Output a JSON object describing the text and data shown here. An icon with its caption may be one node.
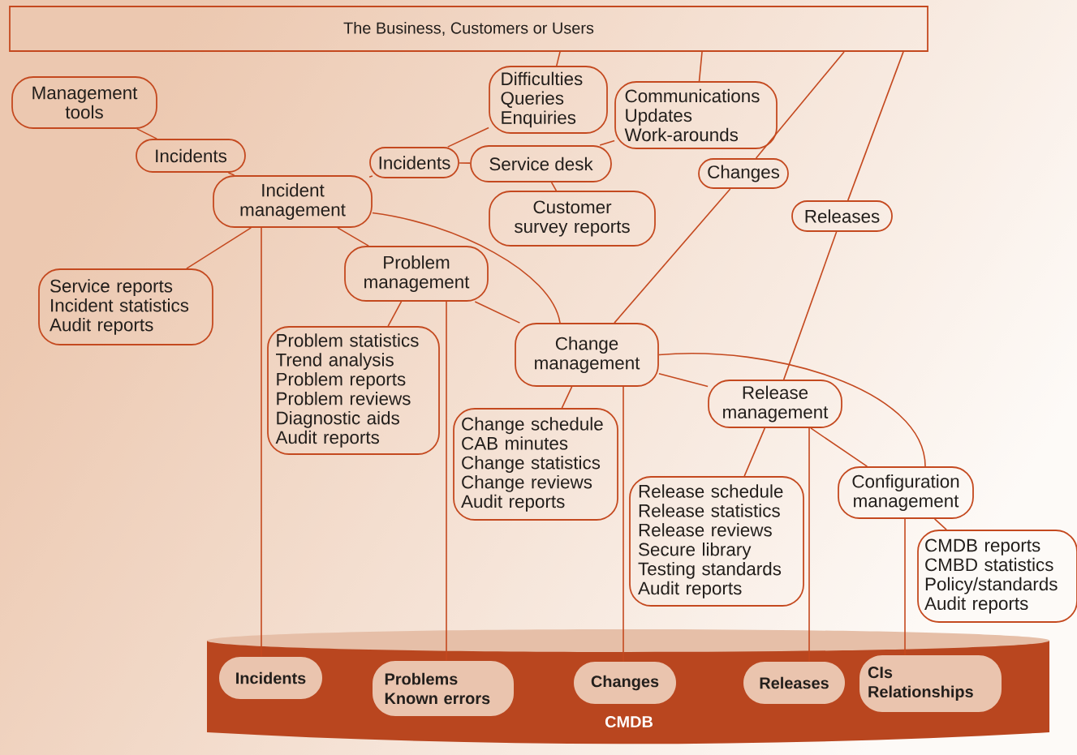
{
  "diagram": {
    "nodes": [
      {
        "text": [
          "The Business, Customers or Users"
        ]
      },
      {
        "text": [
          "Management tools"
        ]
      },
      {
        "text": [
          "Incidents"
        ]
      },
      {
        "text": [
          "Incident management"
        ]
      },
      {
        "text": [
          "Service reports Incident statistics Audit reports"
        ]
      },
      {
        "text": [
          "Difficulties Queries Enquiries"
        ]
      },
      {
        "text": [
          "Incidents"
        ]
      },
      {
        "text": [
          "Service desk"
        ]
      },
      {
        "text": [
          "Communications Updates Work-arounds"
        ]
      },
      {
        "text": [
          "Customer survey reports"
        ]
      },
      {
        "text": [
          "Changes"
        ]
      },
      {
        "text": [
          "Releases"
        ]
      },
      {
        "text": [
          "Problem management"
        ]
      },
      {
        "text": [
          "Problem statistics Trend analysis Problem reports Problem reviews Diagnostic aids Audit reports"
        ]
      },
      {
        "text": [
          "Change management"
        ]
      },
      {
        "text": [
          "Change schedule CAB minutes Change statistics Change reviews Audit reports"
        ]
      },
      {
        "text": [
          "Release management"
        ]
      },
      {
        "text": [
          "Release schedule Release statistics Release reviews Secure library Testing standards Audit reports"
        ]
      },
      {
        "text": [
          "Configuration management"
        ]
      },
      {
        "text": [
          "CMDB reports CMBD statistics Policy/standards Audit reports"
        ]
      },
      {
        "text": [
          "CMDB"
        ]
      },
      {
        "text": [
          "Incidents"
        ],
        "in": 20
      },
      {
        "text": [
          "Problems Known errors"
        ],
        "in": 20
      },
      {
        "text": [
          "Changes"
        ],
        "in": 20
      },
      {
        "text": [
          "Releases"
        ],
        "in": 20
      },
      {
        "text": [
          "CIs Relationships"
        ],
        "in": 20
      }
    ],
    "edges": [
      {
        "from": 0,
        "to": 5,
        "arrow": "none"
      },
      {
        "from": 0,
        "to": 8,
        "arrow": "none"
      },
      {
        "from": 0,
        "to": 10,
        "arrow": "none"
      },
      {
        "from": 0,
        "to": 11,
        "arrow": "none"
      },
      {
        "from": 1,
        "to": 2,
        "arrow": "none"
      },
      {
        "from": 2,
        "to": 3,
        "arrow": "none"
      },
      {
        "from": 3,
        "to": 4,
        "arrow": "none"
      },
      {
        "from": 3,
        "to": 6,
        "arrow": "none"
      },
      {
        "from": 6,
        "to": 5,
        "arrow": "none"
      },
      {
        "from": 6,
        "to": 7,
        "arrow": "none"
      },
      {
        "from": 7,
        "to": 8,
        "arrow": "none"
      },
      {
        "from": 7,
        "to": 9,
        "arrow": "none"
      },
      {
        "from": 3,
        "to": 12,
        "arrow": "none"
      },
      {
        "from": 3,
        "to": 14,
        "arrow": "none"
      },
      {
        "from": 3,
        "to": 21,
        "arrow": "none"
      },
      {
        "from": 12,
        "to": 13,
        "arrow": "none"
      },
      {
        "from": 12,
        "to": 14,
        "arrow": "none"
      },
      {
        "from": 12,
        "to": 22,
        "arrow": "none"
      },
      {
        "from": 10,
        "to": 14,
        "arrow": "none"
      },
      {
        "from": 11,
        "to": 16,
        "arrow": "none"
      },
      {
        "from": 14,
        "to": 15,
        "arrow": "none"
      },
      {
        "from": 14,
        "to": 16,
        "arrow": "none"
      },
      {
        "from": 14,
        "to": 18,
        "arrow": "none"
      },
      {
        "from": 14,
        "to": 23,
        "arrow": "none"
      },
      {
        "from": 16,
        "to": 17,
        "arrow": "none"
      },
      {
        "from": 16,
        "to": 18,
        "arrow": "none"
      },
      {
        "from": 16,
        "to": 24,
        "arrow": "none"
      },
      {
        "from": 18,
        "to": 19,
        "arrow": "none"
      },
      {
        "from": 18,
        "to": 25,
        "arrow": "none"
      }
    ]
  }
}
